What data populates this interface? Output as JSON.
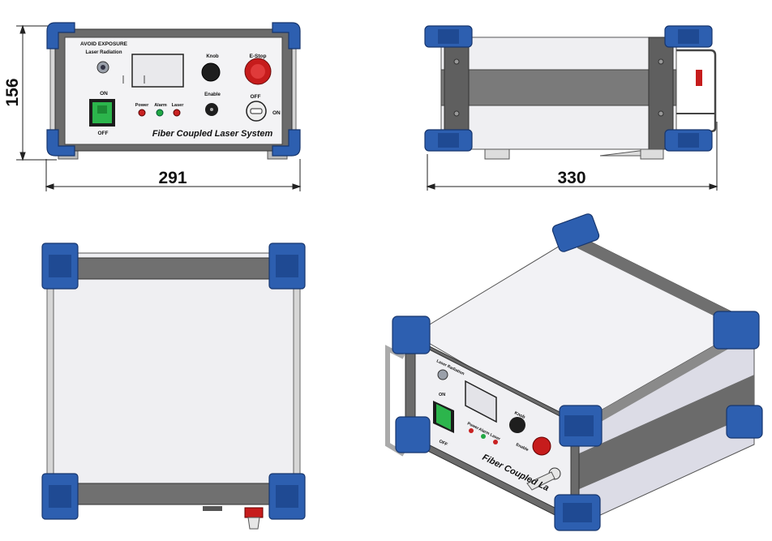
{
  "dimensions": {
    "height": "156",
    "width": "291",
    "depth": "330"
  },
  "front_panel": {
    "warning": "AVOID EXPOSURE",
    "laser_radiation": "Laser Radiation",
    "knob": "Knob",
    "estop": "E-Stop",
    "key_off": "OFF",
    "key_on": "ON",
    "enable": "Enable",
    "switch_on": "ON",
    "switch_off": "OFF",
    "power": "Power",
    "alarm": "Alarm",
    "laser": "Laser",
    "product_name": "Fiber Coupled Laser System"
  },
  "iso_panel": {
    "laser_radiation": "Laser Radiation",
    "switch_on": "ON",
    "switch_off": "OFF",
    "knob": "Knob",
    "enable": "Enable",
    "power": "Power",
    "alarm": "Alarm",
    "laser": "Laser",
    "product_name_partial": "Fiber Coupled La"
  },
  "colors": {
    "handle_blue": "#2d5fb0",
    "frame_gray": "#6b6b6b",
    "switch_green": "#28b24a",
    "estop_red": "#d32020",
    "led_red": "#cc2222",
    "led_green": "#22aa44"
  }
}
